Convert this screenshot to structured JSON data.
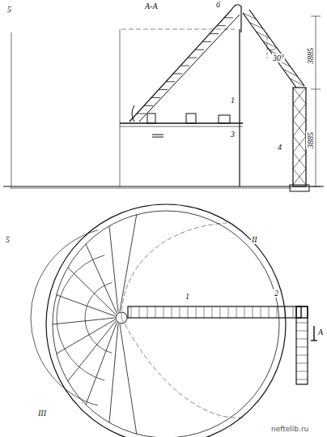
{
  "diagram": {
    "labels": [
      "5",
      "А-А",
      "6",
      "30°",
      "3885",
      "3885",
      "1",
      "3",
      "4",
      "5",
      "II",
      "III",
      "1",
      "2",
      "А",
      "neftelib.ru"
    ]
  }
}
